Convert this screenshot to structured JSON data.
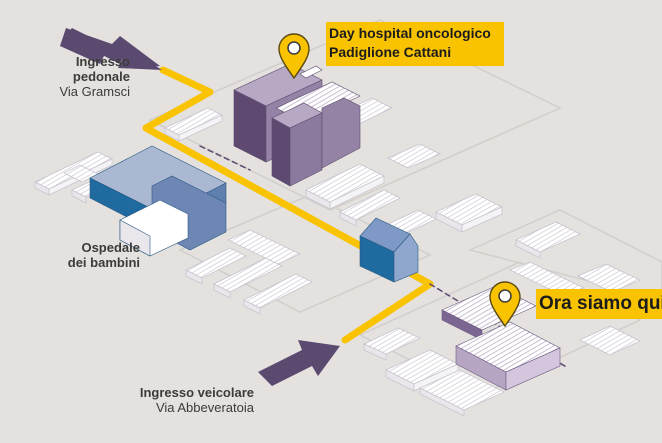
{
  "labels": {
    "pedestrian_entrance": {
      "title": [
        "Ingresso",
        "pedonale"
      ],
      "street": "Via Gramsci"
    },
    "children_hospital": {
      "title": [
        "Ospedale",
        "dei bambini"
      ]
    },
    "vehicle_entrance": {
      "title": "Ingresso veicolare",
      "street": "Via Abbeveratoia"
    }
  },
  "callouts": {
    "day_hospital": {
      "line1": "Day hospital oncologico",
      "line2": "Padiglione Cattani"
    },
    "you_are_here": "Ora siamo qui"
  },
  "colors": {
    "background": "#e4e1de",
    "route": "#f9c300",
    "arrow": "#5b4a70",
    "day_hospital_building": "#8b7a96",
    "current_building": "#b6a6c3",
    "children_hospital_building": "#2f6a98",
    "generic_building": "#ffffff",
    "callout": "#f9c300"
  },
  "icons": [
    "map-pin-icon",
    "entrance-arrow-icon"
  ]
}
